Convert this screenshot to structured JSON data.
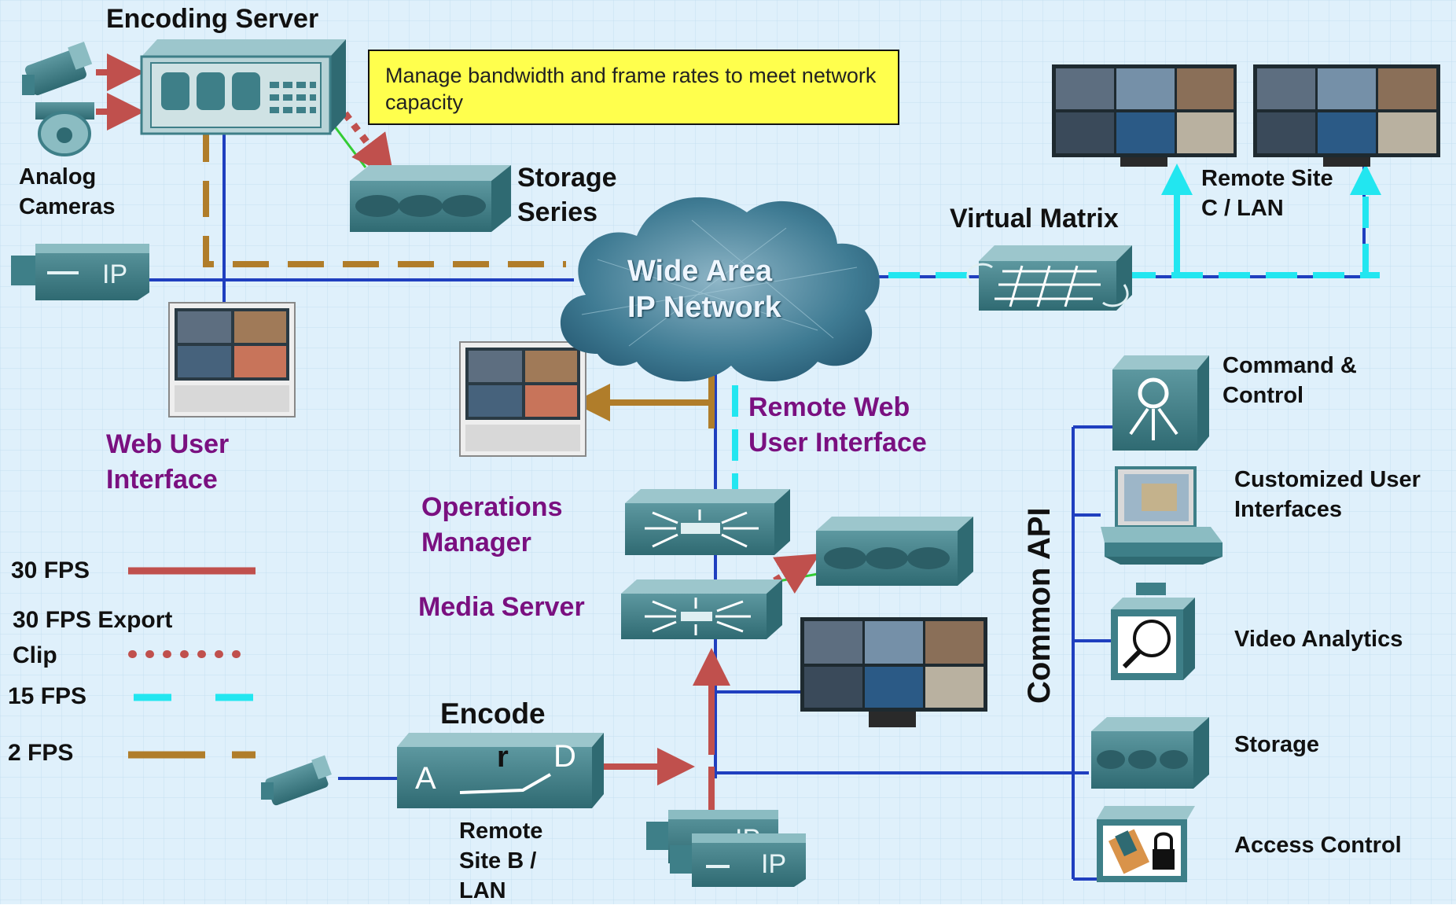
{
  "callout": {
    "text": "Manage bandwidth and frame rates to meet network capacity"
  },
  "labels": {
    "encoding_server": "Encoding Server",
    "analog_cameras_1": "Analog",
    "analog_cameras_2": "Cameras",
    "storage_series_1": "Storage",
    "storage_series_2": "Series",
    "wan_1": "Wide Area",
    "wan_2": "IP Network",
    "virtual_matrix": "Virtual Matrix",
    "remote_site_c_1": "Remote Site",
    "remote_site_c_2": "C / LAN",
    "web_ui_1": "Web User",
    "web_ui_2": "Interface",
    "remote_web_ui_1": "Remote Web",
    "remote_web_ui_2": "User Interface",
    "ops_manager_1": "Operations",
    "ops_manager_2": "Manager",
    "media_server": "Media Server",
    "encode": "Encode",
    "remote_site_b_1": "Remote",
    "remote_site_b_2": "Site B /",
    "remote_site_b_3": "LAN",
    "common_api": "Common API",
    "command_control_1": "Command &",
    "command_control_2": "Control",
    "custom_ui_1": "Customized User",
    "custom_ui_2": "Interfaces",
    "video_analytics": "Video Analytics",
    "storage": "Storage",
    "access_control": "Access Control",
    "ip_tag": "IP",
    "encoder_a": "A",
    "encoder_r": "r",
    "encoder_d": "D"
  },
  "legend": [
    {
      "label_1": "30 FPS",
      "label_2": "",
      "style": "solid",
      "color": "#c0504d"
    },
    {
      "label_1": "30 FPS Export",
      "label_2": "Clip",
      "style": "dotted",
      "color": "#c0504d"
    },
    {
      "label_1": "15 FPS",
      "label_2": "",
      "style": "dashed",
      "color": "#22e6f0"
    },
    {
      "label_1": "2 FPS",
      "label_2": "",
      "style": "dashed",
      "color": "#b07d2a"
    }
  ],
  "colors": {
    "background": "#dff0fb",
    "network_line": "#1f3fbf",
    "device_body": "#3e7f88",
    "device_light": "#8bbcc2",
    "fps30": "#c0504d",
    "fps15": "#22e6f0",
    "fps2": "#b07d2a",
    "callout": "#ffff4d",
    "purple_label": "#7a1080",
    "link_green": "#33cc33"
  },
  "icons": [
    "analog-camera-icon",
    "dome-camera-icon",
    "encoding-server-icon",
    "storage-series-icon",
    "ip-camera-icon",
    "monitor-icon",
    "cloud-icon",
    "virtual-matrix-icon",
    "video-wall-icon",
    "operations-manager-icon",
    "media-server-icon",
    "storage-array-icon",
    "encoder-icon",
    "command-control-icon",
    "workstation-icon",
    "video-analytics-icon",
    "storage-icon",
    "access-control-icon"
  ]
}
